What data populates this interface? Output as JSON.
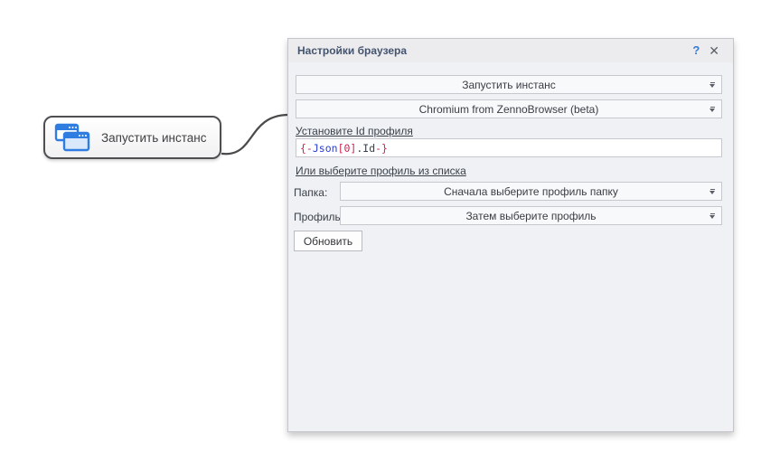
{
  "node": {
    "label": "Запустить инстанс",
    "icon": "browser-windows-icon"
  },
  "panel": {
    "title": "Настройки браузера",
    "help_label": "?",
    "close_label": "✕",
    "action_combo": {
      "value": "Запустить инстанс"
    },
    "browser_combo": {
      "value": "Chromium from ZennoBrowser (beta)"
    },
    "profile_id": {
      "label": "Установите Id профиля",
      "value": "{-Json[0].Id-}",
      "segments": [
        {
          "text": "{-",
          "color": "#cf1f52"
        },
        {
          "text": "Json",
          "color": "#2b3cd0"
        },
        {
          "text": "[0]",
          "color": "#cf1f52"
        },
        {
          "text": ".Id",
          "color": "#38404a"
        },
        {
          "text": "-}",
          "color": "#cf1f52"
        }
      ]
    },
    "profile_list": {
      "label": "Или выберите профиль из списка",
      "folder_label": "Папка:",
      "folder_combo": {
        "value": "Сначала выберите профиль папку"
      },
      "profile_label": "Профиль:",
      "profile_combo": {
        "value": "Затем выберите профиль"
      },
      "refresh_button": "Обновить"
    }
  },
  "colors": {
    "icon_blue": "#2f7de1",
    "icon_fill_light": "#d9e9fb",
    "panel_bg": "#f0f1f5",
    "header_title": "#44546e",
    "connector": "#4a4a4c",
    "help_blue": "#3a7bd0"
  }
}
